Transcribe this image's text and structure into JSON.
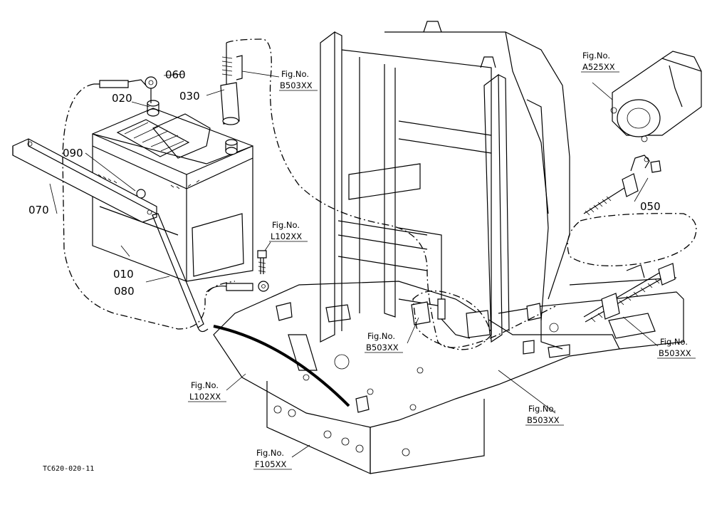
{
  "parts": {
    "p010": "010",
    "p020": "020",
    "p030": "030",
    "p050": "050",
    "p060": "060",
    "p070": "070",
    "p080": "080",
    "p090": "090"
  },
  "figure_refs": {
    "b503_top": {
      "line1": "Fig.No.",
      "line2": "B503XX"
    },
    "a525": {
      "line1": "Fig.No.",
      "line2": "A525XX"
    },
    "l102_top": {
      "line1": "Fig.No.",
      "line2": "L102XX"
    },
    "b503_mid": {
      "line1": "Fig.No.",
      "line2": "B503XX"
    },
    "b503_right": {
      "line1": "Fig.No.",
      "line2": "B503XX"
    },
    "l102_bottom": {
      "line1": "Fig.No.",
      "line2": "L102XX"
    },
    "b503_bottom": {
      "line1": "Fig.No.",
      "line2": "B503XX"
    },
    "f105": {
      "line1": "Fig.No.",
      "line2": "F105XX"
    }
  },
  "drawing_code": "TC620-020-11"
}
